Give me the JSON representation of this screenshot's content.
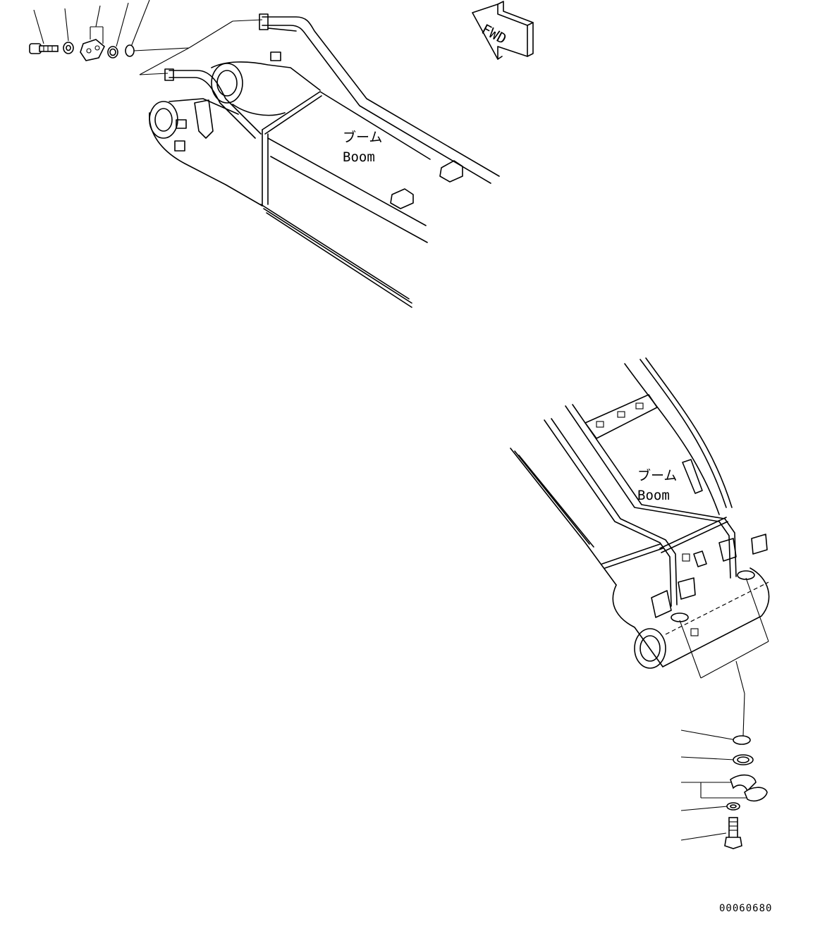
{
  "fwd_arrow": {
    "text": "FWD"
  },
  "top_view": {
    "label_jp": "ブーム",
    "label_en": "Boom"
  },
  "bottom_view": {
    "label_jp": "ブーム",
    "label_en": "Boom"
  },
  "drawing_number": "00060680"
}
